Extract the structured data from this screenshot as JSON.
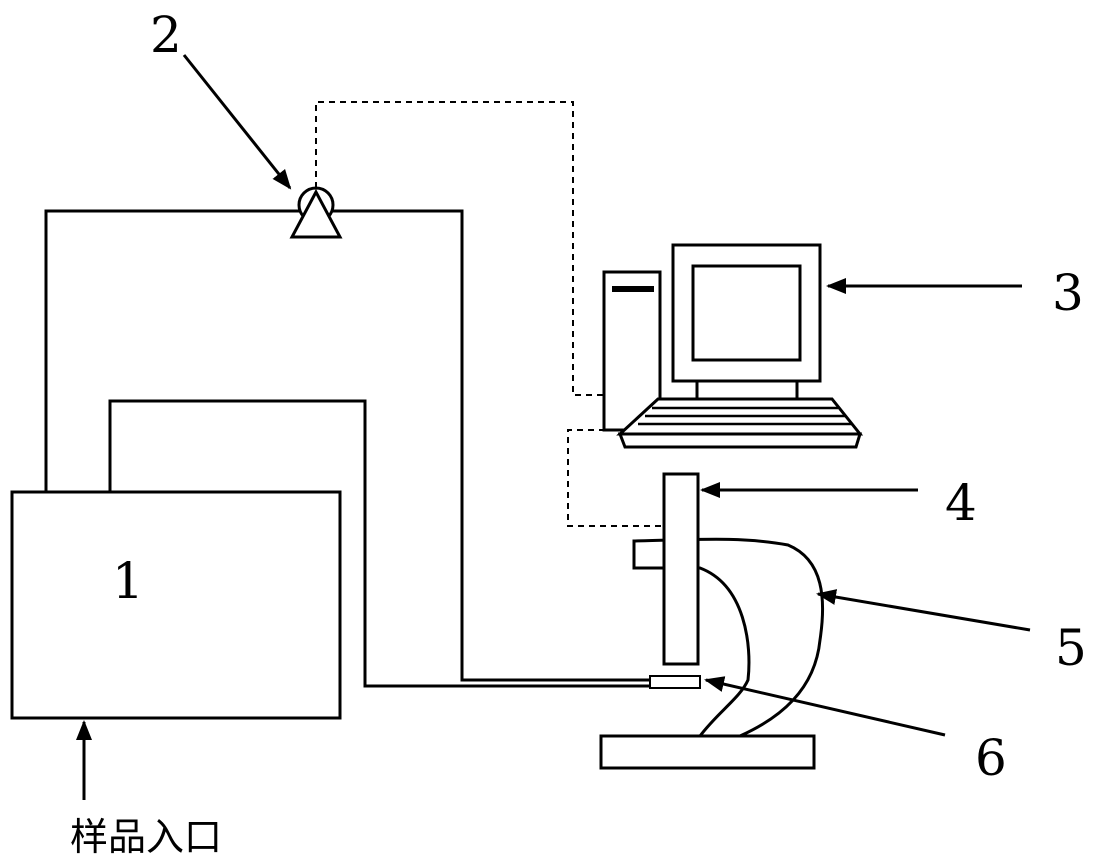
{
  "labels": {
    "sample_box": "1",
    "pump": "2",
    "computer": "3",
    "detector": "4",
    "stand": "5",
    "probe": "6"
  },
  "sample_inlet_text": "样品入口"
}
